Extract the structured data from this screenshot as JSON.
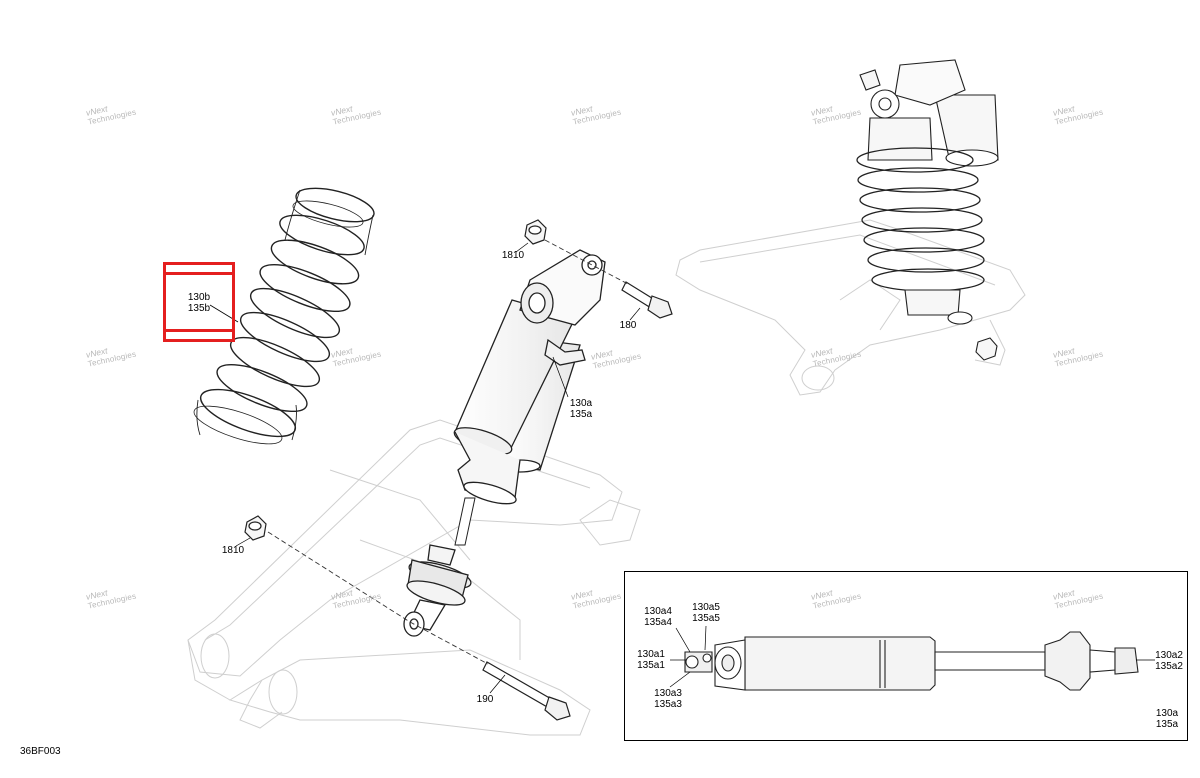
{
  "figure_id": "36BF003",
  "highlight": {
    "color": "#e41f1f"
  },
  "watermarks": [
    {
      "line1": "vNext",
      "line2": "Technologies"
    }
  ],
  "callouts": {
    "spring": {
      "line1": "130b",
      "line2": "135b"
    },
    "top_nut": {
      "line1": "1810"
    },
    "top_bolt": {
      "line1": "180"
    },
    "shock_assembly": {
      "line1": "130a",
      "line2": "135a"
    },
    "bottom_nut": {
      "line1": "1810"
    },
    "bottom_bolt": {
      "line1": "190"
    }
  },
  "inset_callouts": {
    "a4": {
      "line1": "130a4",
      "line2": "135a4"
    },
    "a5": {
      "line1": "130a5",
      "line2": "135a5"
    },
    "a1": {
      "line1": "130a1",
      "line2": "135a1"
    },
    "a3": {
      "line1": "130a3",
      "line2": "135a3"
    },
    "a2": {
      "line1": "130a2",
      "line2": "135a2"
    },
    "a": {
      "line1": "130a",
      "line2": "135a"
    }
  }
}
